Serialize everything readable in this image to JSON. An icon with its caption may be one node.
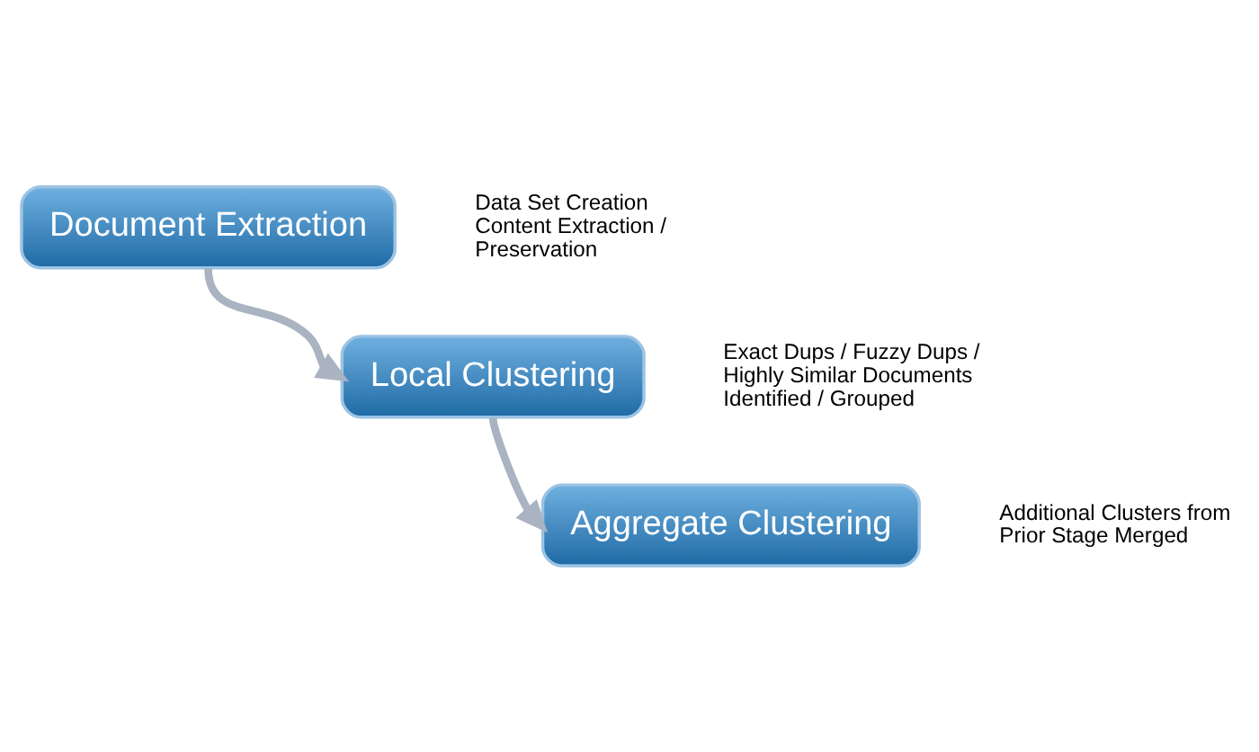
{
  "diagram": {
    "nodes": [
      {
        "text": [
          "Document Extraction"
        ],
        "beside": [
          "Data Set Creation",
          "Content Extraction / Preservation"
        ]
      },
      {
        "text": [
          "Local Clustering"
        ],
        "beside": [
          "Exact Dups / Fuzzy Dups / Highly Similar Documents Identified / Grouped"
        ]
      },
      {
        "text": [
          "Aggregate Clustering"
        ],
        "beside": [
          "Additional Clusters from Prior Stage Merged"
        ]
      }
    ],
    "edges": [
      {
        "from": 0,
        "to": 1,
        "arrow": "to"
      },
      {
        "from": 1,
        "to": 2,
        "arrow": "to"
      }
    ]
  }
}
